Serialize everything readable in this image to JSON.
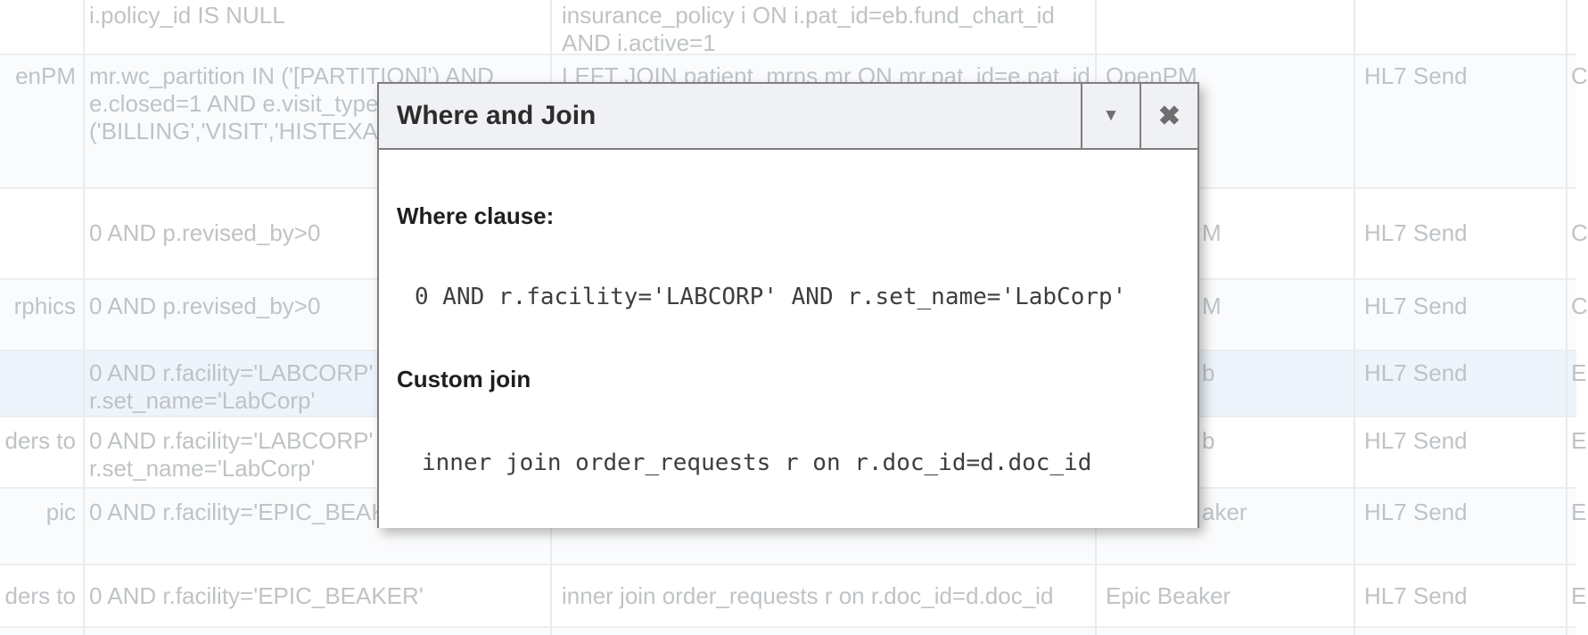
{
  "modal": {
    "title": "Where and Join",
    "collapse_icon": "▼",
    "close_icon": "✖",
    "where_label": "Where clause:",
    "where_value": "0 AND r.facility='LABCORP' AND r.set_name='LabCorp'",
    "join_label": "Custom join",
    "join_value": "inner join order_requests r on r.doc_id=d.doc_id"
  },
  "table": {
    "rows": [
      {
        "name": "",
        "where": [
          "i.policy_id IS NULL"
        ],
        "join": [
          "insurance_policy i ON i.pat_id=eb.fund_chart_id",
          "AND i.active=1"
        ],
        "vendor": "",
        "type": "",
        "edge": ""
      },
      {
        "name": "enPM",
        "where": [
          "mr.wc_partition IN ('[PARTITION]') AND",
          "e.closed=1 AND e.visit_type",
          "('BILLING','VISIT','HISTEXA"
        ],
        "join": [
          "LEFT JOIN patient_mrns mr ON mr.pat_id=e.pat_id"
        ],
        "vendor": "OpenPM",
        "type": "HL7 Send",
        "edge": "C"
      },
      {
        "name": "",
        "where": [
          "0 AND p.revised_by>0"
        ],
        "join": [],
        "vendor": "M",
        "type": "HL7 Send",
        "edge": "C"
      },
      {
        "name": "rphics",
        "where": [
          "0 AND p.revised_by>0"
        ],
        "join": [],
        "vendor": "M",
        "type": "HL7 Send",
        "edge": "C"
      },
      {
        "name": "",
        "where": [
          "0 AND r.facility='LABCORP'",
          "r.set_name='LabCorp'"
        ],
        "join": [],
        "vendor": "b",
        "type": "HL7 Send",
        "edge": "E",
        "highlighted": true
      },
      {
        "name": "ders to",
        "where": [
          "0 AND r.facility='LABCORP'",
          "r.set_name='LabCorp'"
        ],
        "join": [],
        "vendor": "b",
        "type": "HL7 Send",
        "edge": "E"
      },
      {
        "name": "pic",
        "where": [
          "0 AND r.facility='EPIC_BEAKER'"
        ],
        "join": [],
        "vendor": "aker",
        "type": "HL7 Send",
        "edge": "E"
      },
      {
        "name": "ders to",
        "where": [
          "0 AND r.facility='EPIC_BEAKER'"
        ],
        "join": [
          "inner join order_requests r on r.doc_id=d.doc_id"
        ],
        "vendor": "Epic Beaker",
        "type": "HL7 Send",
        "edge": "E"
      },
      {
        "name": "",
        "where": [],
        "join": [],
        "vendor": "",
        "type": "",
        "edge": ""
      }
    ]
  },
  "colors": {
    "highlight_row": "#eef4fb",
    "table_text": "#bfc3c6",
    "modal_header_bg": "#f0f1f4",
    "modal_border": "#7f7f7f",
    "row_border": "#eceeef"
  }
}
